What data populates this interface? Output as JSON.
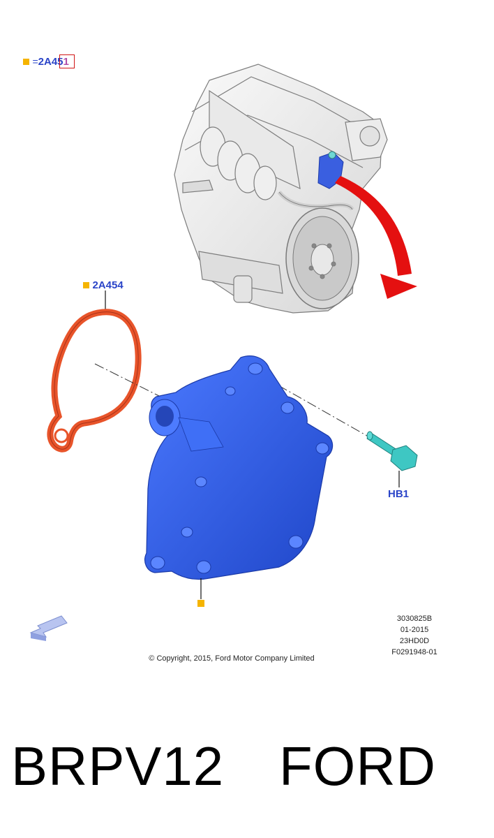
{
  "legend": {
    "marker_color": "#f5b400",
    "equals": "=",
    "code_prefix": "2A45",
    "code_suffix": "1"
  },
  "callouts": {
    "gasket": "2A454",
    "bolt": "HB1"
  },
  "colors": {
    "callout_text": "#2a44c8",
    "pump": "#2f5fe0",
    "gasket": "#e8542a",
    "bolt": "#3ec7c3",
    "arrow": "#e41010",
    "highlight_box": "#d01515"
  },
  "reference": {
    "line1": "3030825B",
    "line2": "01-2015",
    "line3": "23HD0D",
    "line4": "F0291948-01"
  },
  "copyright": "© Copyright, 2015, Ford Motor Company Limited",
  "footer": {
    "part_number": "BRPV12",
    "brand": "FORD"
  }
}
